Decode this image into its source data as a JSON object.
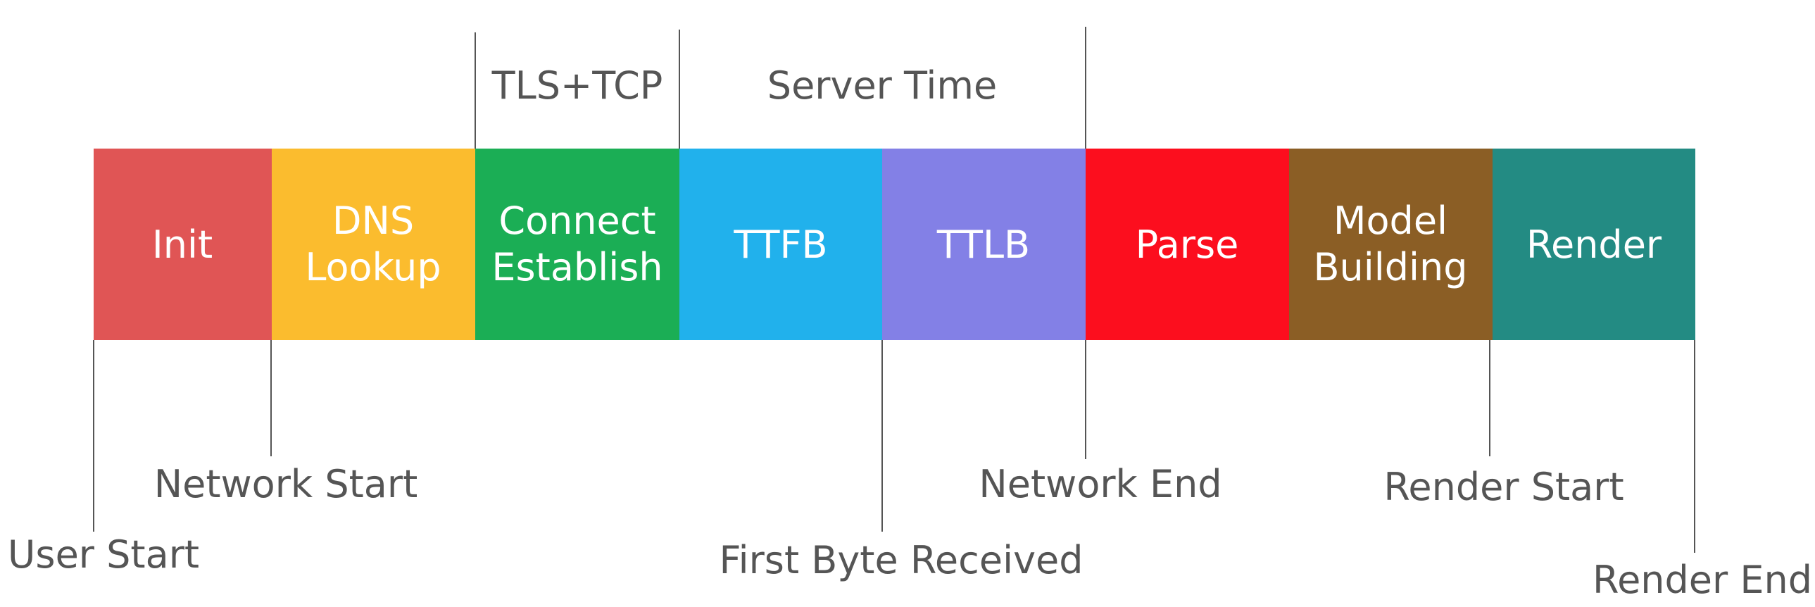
{
  "segments": [
    {
      "lines": [
        "Init"
      ],
      "color": "#E05555"
    },
    {
      "lines": [
        "DNS",
        "Lookup"
      ],
      "color": "#FBBC2E"
    },
    {
      "lines": [
        "Connect",
        "Establish"
      ],
      "color": "#1BAE55"
    },
    {
      "lines": [
        "TTFB"
      ],
      "color": "#21B1EC"
    },
    {
      "lines": [
        "TTLB"
      ],
      "color": "#8380E6"
    },
    {
      "lines": [
        "Parse"
      ],
      "color": "#FC0E1E"
    },
    {
      "lines": [
        "Model",
        "Building"
      ],
      "color": "#8B5E25"
    },
    {
      "lines": [
        "Render"
      ],
      "color": "#238B83"
    }
  ],
  "top_labels": {
    "tls_tcp": "TLS+TCP",
    "server_time": "Server Time"
  },
  "markers": {
    "user_start": "User Start",
    "network_start": "Network Start",
    "first_byte_received": "First Byte Received",
    "network_end": "Network End",
    "render_start": "Render Start",
    "render_end": "Render End"
  }
}
